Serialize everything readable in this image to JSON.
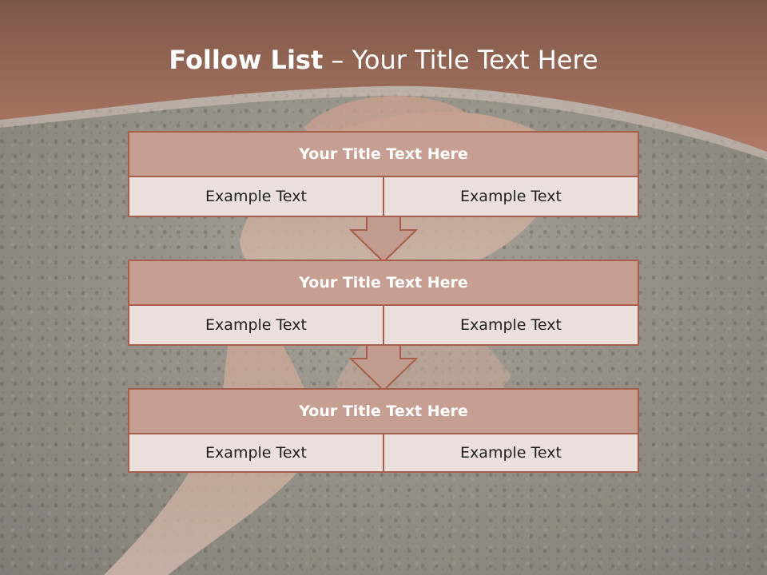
{
  "title": {
    "bold": "Follow List",
    "rest": " – Your Title Text Here"
  },
  "blocks": [
    {
      "title": "Your Title Text Here",
      "left": "Example Text",
      "right": "Example Text"
    },
    {
      "title": "Your Title Text Here",
      "left": "Example Text",
      "right": "Example Text"
    },
    {
      "title": "Your Title Text Here",
      "left": "Example Text",
      "right": "Example Text"
    }
  ],
  "colors": {
    "header_band": "#9a6657",
    "block_title_fill": "#c69f92",
    "block_cell_fill": "#ece0dc",
    "block_border": "#a85e4c",
    "arrow_fill": "#c29c8e",
    "arrow_stroke": "#a85e4c",
    "title_text": "#ffffff"
  }
}
